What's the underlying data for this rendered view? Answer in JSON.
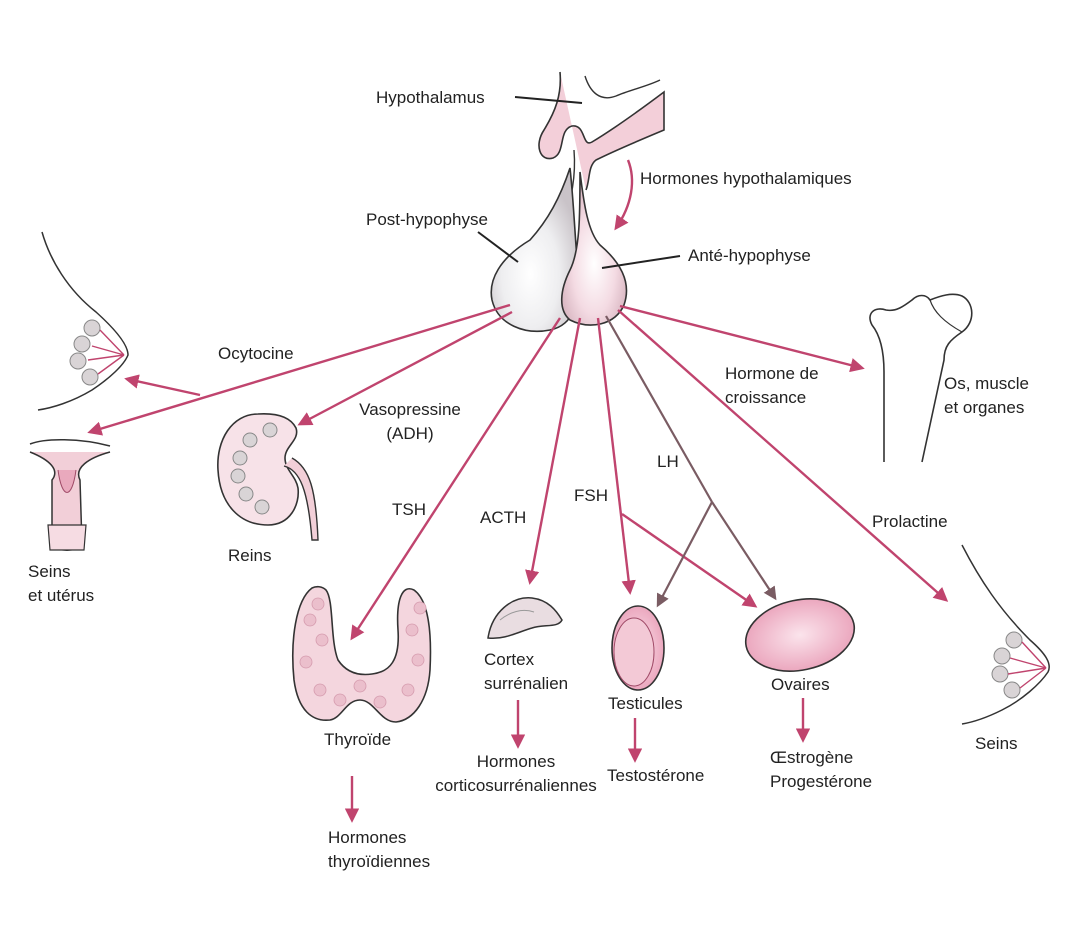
{
  "colors": {
    "arrow_pink": "#c0446e",
    "arrow_gray": "#7a5c63",
    "organ_fill": "#f1c9d4",
    "organ_light": "#f7e2e8",
    "outline": "#333333"
  },
  "icons": [
    "breast-icon",
    "uterus-icon",
    "kidney-icon",
    "thyroid-icon",
    "adrenal-cortex-icon",
    "testis-icon",
    "ovary-icon",
    "bone-icon",
    "pituitary-icon"
  ],
  "labels": {
    "hypothalamus": "Hypothalamus",
    "hypothalamic_hormones": "Hormones hypothalamiques",
    "posterior_pituitary": "Post-hypophyse",
    "anterior_pituitary": "Anté-hypophyse",
    "oxytocin": "Ocytocine",
    "vasopressin_1": "Vasopressine",
    "vasopressin_2": "(ADH)",
    "growth_hormone_1": "Hormone de",
    "growth_hormone_2": "croissance",
    "bone_target_1": "Os, muscle",
    "bone_target_2": "et organes",
    "lh": "LH",
    "fsh": "FSH",
    "acth": "ACTH",
    "tsh": "TSH",
    "prolactin": "Prolactine",
    "breasts_uterus_1": "Seins",
    "breasts_uterus_2": "et utérus",
    "kidneys": "Reins",
    "thyroid": "Thyroïde",
    "thyroid_hormones_1": "Hormones",
    "thyroid_hormones_2": "thyroïdiennes",
    "adrenal_cortex_1": "Cortex",
    "adrenal_cortex_2": "surrénalien",
    "cortico_hormones_1": "Hormones",
    "cortico_hormones_2": "corticosurrénaliennes",
    "testes": "Testicules",
    "testosterone": "Testostérone",
    "ovaries": "Ovaires",
    "estrogen": "Œstrogène",
    "progesterone": "Progestérone",
    "breasts": "Seins"
  }
}
